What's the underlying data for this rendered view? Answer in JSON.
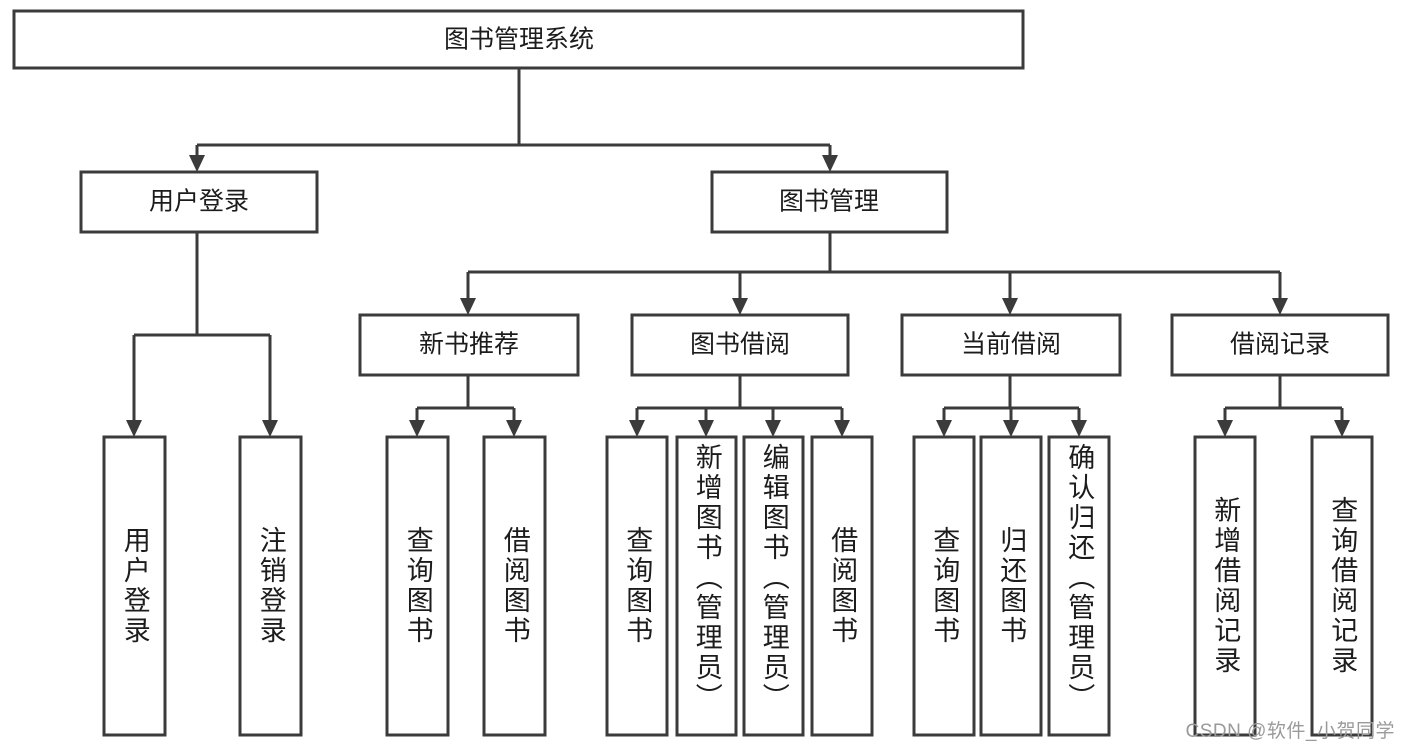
{
  "diagram": {
    "title": "图书管理系统",
    "type": "hierarchy-tree",
    "colors": {
      "background": "#ffffff",
      "box_stroke": "#3b3b3b",
      "box_fill": "#ffffff",
      "text": "#1c1c1c",
      "watermark": "#9a9a9a"
    },
    "root": {
      "label": "图书管理系统"
    },
    "level2": [
      {
        "label": "用户登录"
      },
      {
        "label": "图书管理"
      }
    ],
    "level3": [
      {
        "label": "新书推荐"
      },
      {
        "label": "图书借阅"
      },
      {
        "label": "当前借阅"
      },
      {
        "label": "借阅记录"
      }
    ],
    "leaves": {
      "user_login": [
        {
          "label": "用户登录"
        },
        {
          "label": "注销登录"
        }
      ],
      "new_book": [
        {
          "label": "查询图书"
        },
        {
          "label": "借阅图书"
        }
      ],
      "book_borrow": [
        {
          "label": "查询图书"
        },
        {
          "label": "新增图书（管理员）"
        },
        {
          "label": "编辑图书（管理员）"
        },
        {
          "label": "借阅图书"
        }
      ],
      "current_borrow": [
        {
          "label": "查询图书"
        },
        {
          "label": "归还图书"
        },
        {
          "label": "确认归还（管理员）"
        }
      ],
      "borrow_record": [
        {
          "label": "新增借阅记录"
        },
        {
          "label": "查询借阅记录"
        }
      ]
    },
    "watermark": "CSDN @软件_小贺同学"
  }
}
